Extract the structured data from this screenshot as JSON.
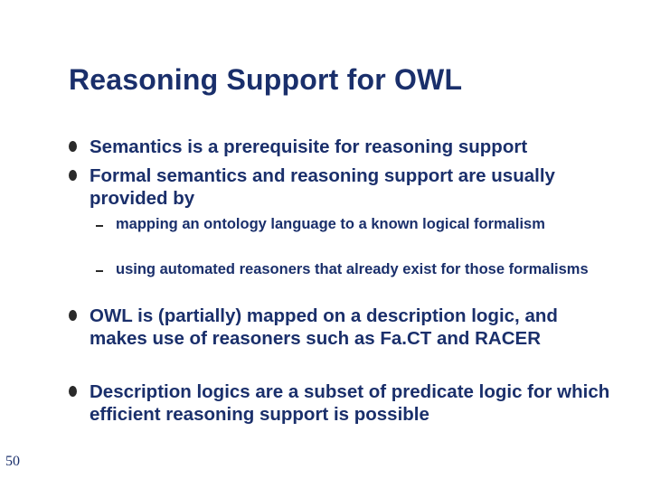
{
  "slide": {
    "title": "Reasoning Support for OWL",
    "bullets": [
      {
        "text": "Semantics is a prerequisite for reasoning support"
      },
      {
        "text": "Formal semantics and reasoning support are usually provided by"
      },
      {
        "text": "OWL is (partially) mapped on a description logic, and makes use of reasoners such as Fa.CT and RACER"
      },
      {
        "text": "Description logics are a subset of predicate logic for which efficient reasoning support is possible"
      }
    ],
    "sub_bullets": [
      {
        "text": "mapping an ontology language to a known logical formalism"
      },
      {
        "text": "using automated reasoners that already exist for those formalisms"
      }
    ],
    "page_number": "50"
  }
}
